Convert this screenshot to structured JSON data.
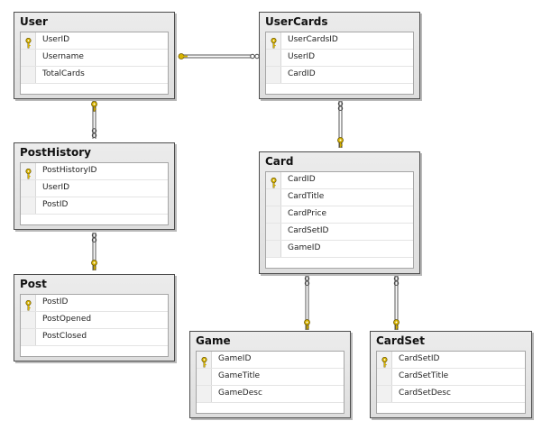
{
  "tables": {
    "user": {
      "title": "User",
      "columns": [
        "UserID",
        "Username",
        "TotalCards"
      ]
    },
    "usercards": {
      "title": "UserCards",
      "columns": [
        "UserCardsID",
        "UserID",
        "CardID"
      ]
    },
    "posthistory": {
      "title": "PostHistory",
      "columns": [
        "PostHistoryID",
        "UserID",
        "PostID"
      ]
    },
    "card": {
      "title": "Card",
      "columns": [
        "CardID",
        "CardTitle",
        "CardPrice",
        "CardSetID",
        "GameID"
      ]
    },
    "post": {
      "title": "Post",
      "columns": [
        "PostID",
        "PostOpened",
        "PostClosed"
      ]
    },
    "game": {
      "title": "Game",
      "columns": [
        "GameID",
        "GameTitle",
        "GameDesc"
      ]
    },
    "cardset": {
      "title": "CardSet",
      "columns": [
        "CardSetID",
        "CardSetTitle",
        "CardSetDesc"
      ]
    }
  },
  "primary_keys": {
    "user": "UserID",
    "usercards": "UserCardsID",
    "posthistory": "PostHistoryID",
    "card": "CardID",
    "post": "PostID",
    "game": "GameID",
    "cardset": "CardSetID"
  },
  "relationships": [
    {
      "from": "user",
      "to": "usercards",
      "one_end": "user",
      "many_end": "usercards"
    },
    {
      "from": "user",
      "to": "posthistory",
      "one_end": "user",
      "many_end": "posthistory"
    },
    {
      "from": "post",
      "to": "posthistory",
      "one_end": "post",
      "many_end": "posthistory"
    },
    {
      "from": "card",
      "to": "usercards",
      "one_end": "card",
      "many_end": "usercards"
    },
    {
      "from": "game",
      "to": "card",
      "one_end": "game",
      "many_end": "card"
    },
    {
      "from": "cardset",
      "to": "card",
      "one_end": "cardset",
      "many_end": "card"
    }
  ],
  "colors": {
    "border": "#4d4d4d",
    "header": "#e3e3e3",
    "connector": "#555555",
    "key": "#d8b400"
  },
  "icons": {
    "primary_key": "key-icon",
    "one_end": "key-connector-icon",
    "many_end": "infinity-connector-icon"
  }
}
